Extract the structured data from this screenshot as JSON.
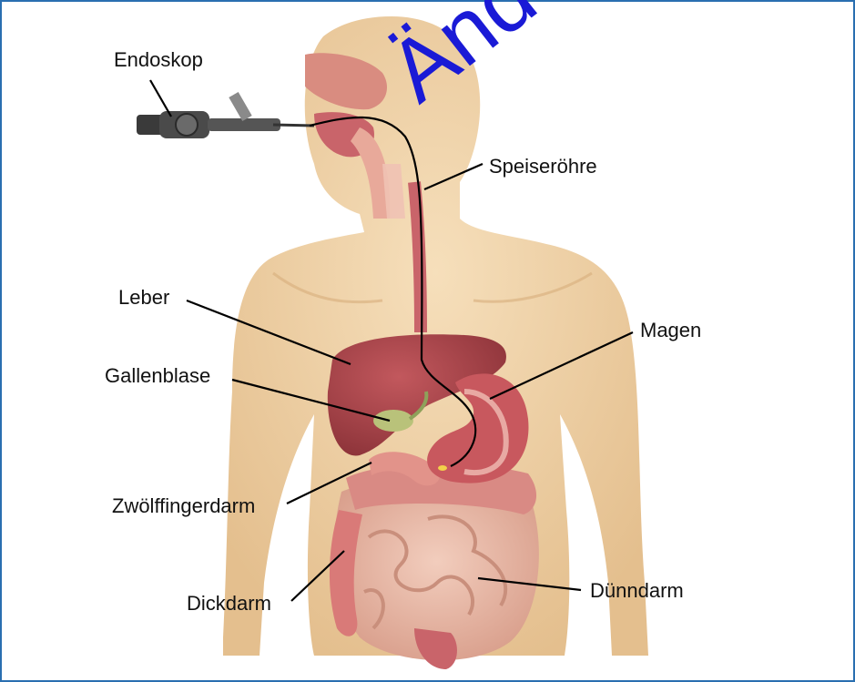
{
  "watermark": "Änd",
  "labels": {
    "endoskop": "Endoskop",
    "speiseroehre": "Speiseröhre",
    "leber": "Leber",
    "magen": "Magen",
    "gallenblase": "Gallenblase",
    "zwoelffingerdarm": "Zwölffingerdarm",
    "dickdarm": "Dickdarm",
    "duenndarm": "Dünndarm"
  },
  "colors": {
    "border": "#2a6fb0",
    "skin": "#f1d3a8",
    "liver": "#a8444a",
    "stomach": "#c8585e",
    "gallbladder": "#b9c27a",
    "intestine": "#e6b7a6",
    "colon": "#d97a78",
    "watermark": "#1a1ad6"
  }
}
